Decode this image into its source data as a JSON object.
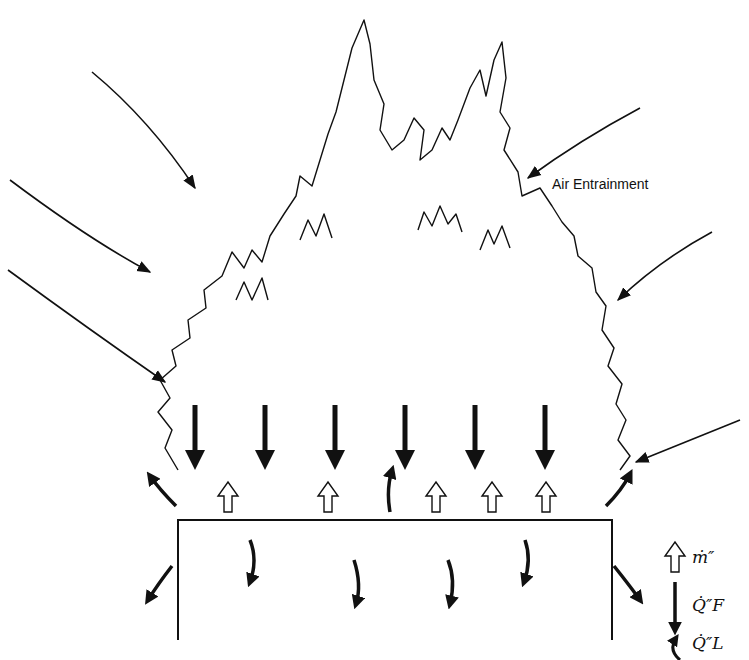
{
  "diagram": {
    "labels": [
      "Air Entrainment"
    ],
    "legend": [
      {
        "text": "ṁ″"
      },
      {
        "text": "Q̇″F"
      },
      {
        "text": "Q̇″L"
      }
    ]
  }
}
